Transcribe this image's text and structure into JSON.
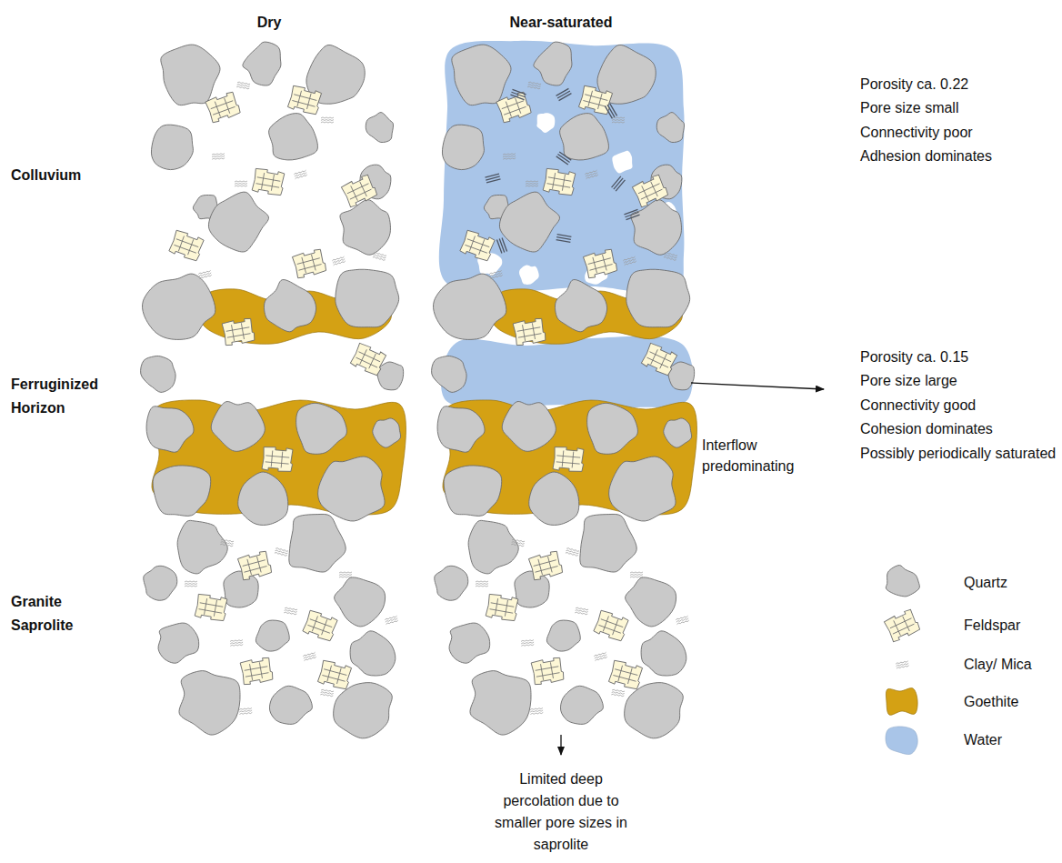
{
  "diagram": {
    "labels": [
      "Dry",
      "Near-saturated",
      "Colluvium",
      "Ferruginized Horizon",
      "Granite Saprolite",
      "Porosity ca. 0.22",
      "Pore size small",
      "Connectivity poor",
      "Adhesion dominates",
      "Porosity ca. 0.15",
      "Pore size large",
      "Connectivity good",
      "Cohesion dominates",
      "Possibly periodically saturated",
      "Interflow predominating",
      "Limited deep percolation due to smaller pore sizes in saprolite"
    ],
    "legend": [
      {
        "text": "Quartz",
        "color": "#c9c9c9"
      },
      {
        "text": "Feldspar"
      },
      {
        "text": "Clay/ Mica"
      },
      {
        "text": "Goethite",
        "color": "#d4a114"
      },
      {
        "text": "Water",
        "color": "#a9c5e8"
      }
    ]
  }
}
